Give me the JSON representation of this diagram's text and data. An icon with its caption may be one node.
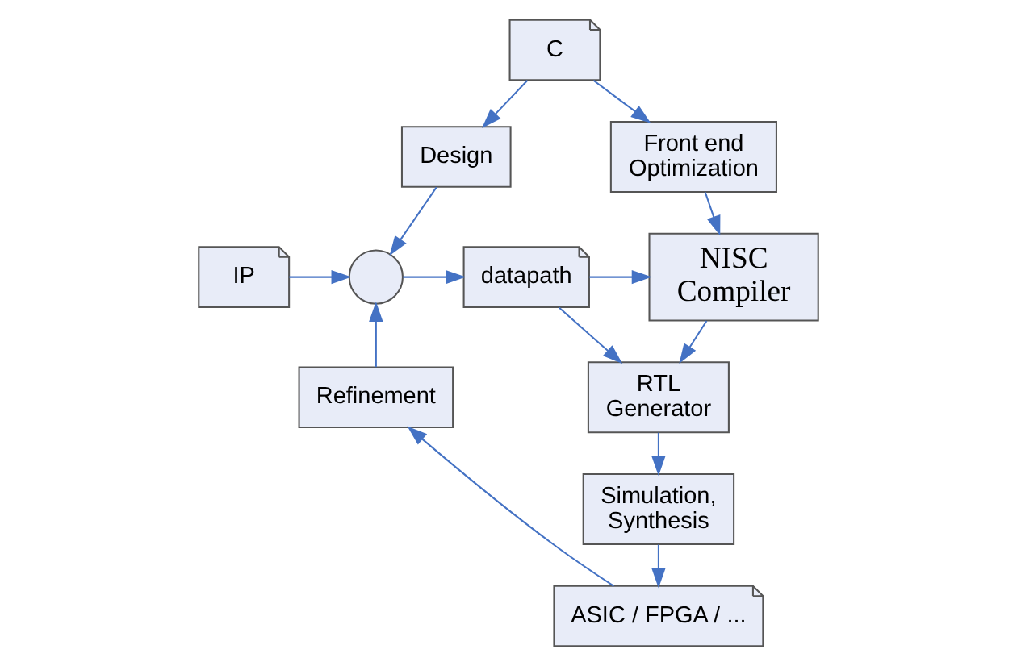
{
  "diagram": {
    "nodes": [
      {
        "text": [
          "C"
        ]
      },
      {
        "text": [
          "Design"
        ]
      },
      {
        "text": [
          "Front end Optimization"
        ]
      },
      {
        "text": [
          "IP"
        ]
      },
      {
        "text": [],
        "shape": "circle"
      },
      {
        "text": [
          "datapath"
        ]
      },
      {
        "text": [
          "NISC Compiler"
        ]
      },
      {
        "text": [
          "Refinement"
        ]
      },
      {
        "text": [
          "RTL Generator"
        ]
      },
      {
        "text": [
          "Simulation, Synthesis"
        ]
      },
      {
        "text": [
          "ASIC / FPGA / ..."
        ]
      }
    ],
    "edges": [
      {
        "from": 0,
        "to": 1,
        "arrow": "to"
      },
      {
        "from": 0,
        "to": 2,
        "arrow": "to"
      },
      {
        "from": 1,
        "to": 4,
        "arrow": "to"
      },
      {
        "from": 3,
        "to": 4,
        "arrow": "to"
      },
      {
        "from": 7,
        "to": 4,
        "arrow": "to"
      },
      {
        "from": 4,
        "to": 5,
        "arrow": "to"
      },
      {
        "from": 5,
        "to": 6,
        "arrow": "to"
      },
      {
        "from": 5,
        "to": 8,
        "arrow": "to"
      },
      {
        "from": 2,
        "to": 6,
        "arrow": "to"
      },
      {
        "from": 6,
        "to": 8,
        "arrow": "to"
      },
      {
        "from": 8,
        "to": 9,
        "arrow": "to"
      },
      {
        "from": 9,
        "to": 10,
        "arrow": "to"
      },
      {
        "from": 10,
        "to": 7,
        "arrow": "to"
      }
    ]
  }
}
